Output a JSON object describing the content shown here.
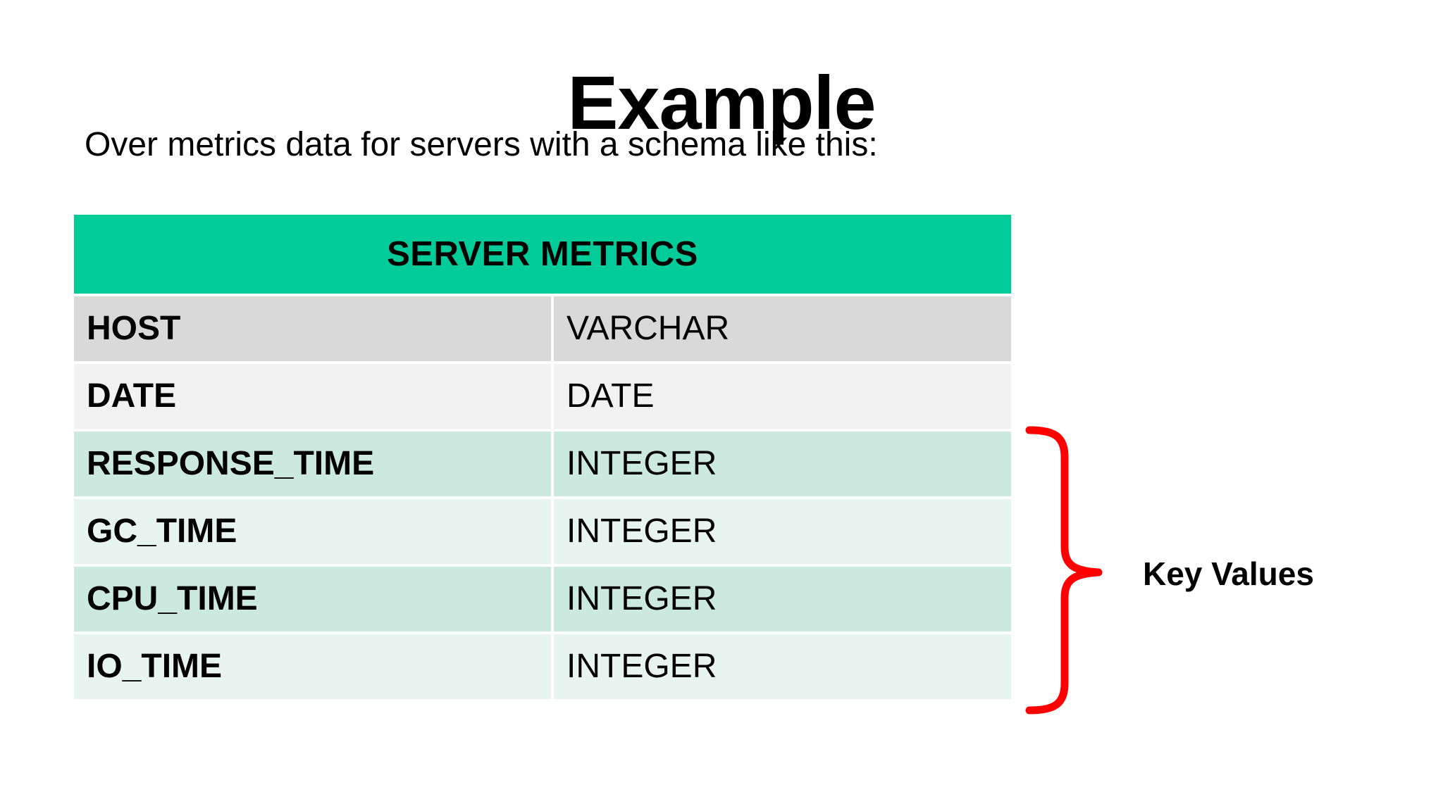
{
  "slide": {
    "title": "Example",
    "subtitle": "Over metrics data for servers with a schema like this:",
    "background_color": "#FFFFFF"
  },
  "table": {
    "header_label": "SERVER METRICS",
    "header_color": "#00CC99",
    "column_headers": [
      "",
      ""
    ],
    "rows": [
      {
        "name": "HOST",
        "type": "VARCHAR",
        "row_color": "#D9D9D9",
        "key_value": false
      },
      {
        "name": "DATE",
        "type": "DATE",
        "row_color": "#F2F2F2",
        "key_value": false
      },
      {
        "name": "RESPONSE_TIME",
        "type": "INTEGER",
        "row_color": "#CBE9DF",
        "key_value": true
      },
      {
        "name": "GC_TIME",
        "type": "INTEGER",
        "row_color": "#E7F4EF",
        "key_value": true
      },
      {
        "name": "CPU_TIME",
        "type": "INTEGER",
        "row_color": "#CBE9DF",
        "key_value": true
      },
      {
        "name": "IO_TIME",
        "type": "INTEGER",
        "row_color": "#E7F4EF",
        "key_value": true
      }
    ]
  },
  "annotation": {
    "label": "Key Values",
    "brace_color": "#FF0000",
    "icon": "right-curly-brace",
    "covers_rows": [
      "RESPONSE_TIME",
      "GC_TIME",
      "CPU_TIME",
      "IO_TIME"
    ]
  }
}
